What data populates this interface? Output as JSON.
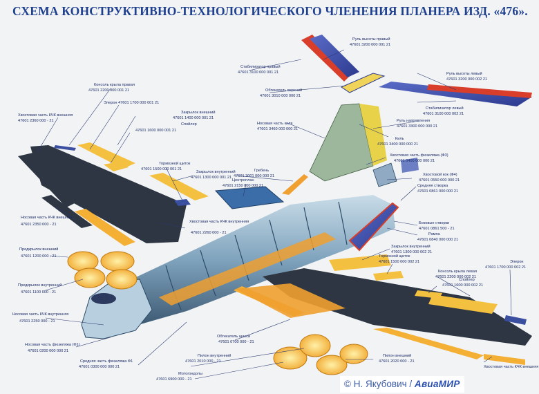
{
  "title": "СХЕМА КОНСТРУКТИВНО-ТЕХНОЛОГИЧЕСКОГО ЧЛЕНЕНИЯ ПЛАНЕРА ИЗД. «476».",
  "credit": {
    "copyright": "© Н. Якубович /",
    "logo": "АвиаМИР"
  },
  "labels": {
    "rul_vysoty_pravyi": {
      "name": "Руль высоты правый",
      "code": "47601 3200 000 001 21"
    },
    "stabilizator_pravyi": {
      "name": "Стабилизатор правый",
      "code": "47601 3100 000 001 21"
    },
    "obtekatel_verhnii": {
      "name": "Обтекатель верхний",
      "code": "47601 3010 000 000 21"
    },
    "rul_vysoty_levyi": {
      "name": "Руль высоты левый",
      "code": "47601 3200 000 002 21"
    },
    "stabilizator_levyi": {
      "name": "Стабилизатор левый",
      "code": "47601 3100 000 002 21"
    },
    "rul_napravleniya": {
      "name": "Руль направления",
      "code": "47601 3300 000 000 21"
    },
    "kil": {
      "name": "Киль",
      "code": "47601 3400 000 000 21"
    },
    "nosovaya_chast_kilya": {
      "name": "Носовая часть киля",
      "code": "47601 3460 000 000 21"
    },
    "konsol_pravaya": {
      "name": "Консоль крыла правая",
      "code": "47601 2200 000 001 21"
    },
    "eleron_pravyi": {
      "name": "Элерон 47601 1700 000 001 21",
      "code": ""
    },
    "hvost_kchk_vneshnyaya": {
      "name": "Хвостовая часть КЧК внешняя",
      "code": "47601 2360 000 - 21"
    },
    "zakrylok_vneshnii": {
      "name": "Закрылок внешний",
      "code": "47601 1400 000 001 21"
    },
    "spoiler_pravyi": {
      "name": "Спойлер",
      "code": "47601 1600 000 001 21"
    },
    "tormoznoi_shitok": {
      "name": "Тормозной щиток",
      "code": "47601 1500 000 001 21"
    },
    "zakrylok_vnutrennii": {
      "name": "Закрылок внутренний",
      "code": "47601 1300 000 001 21"
    },
    "greben": {
      "name": "Гребень",
      "code": "47601 3001 000 000 21"
    },
    "centroplan": {
      "name": "Центроплан",
      "code": "47601 2150 000 000 21"
    },
    "hvost_fuz": {
      "name": "Хвостовая часть фюзеляжа (Ф3)",
      "code": "47601 0400 000 000 21"
    },
    "hvost_kok": {
      "name": "Хвостовой кок (Ф4)",
      "code": "47601 0550 000 000 21"
    },
    "srednyaya_stvorka": {
      "name": "Средняя створка",
      "code": "47601 0861 000 000 21"
    },
    "nosovaya_kchk_vneshnyaya": {
      "name": "Носовая часть КЧК внешняя",
      "code": "47601 2350 000 - 21"
    },
    "hvost_kchk_vnutrennyaya": {
      "name": "Хвостовая часть КЧК внутренняя",
      "code": "47601 2260 000 - 21"
    },
    "predkrylok_vneshnii": {
      "name": "Предкрылок внешний",
      "code": "47601 1200 000 - 21"
    },
    "predkrylok_vnutrennii": {
      "name": "Предкрылок внутренний",
      "code": "47601 1100 000 - 21"
    },
    "bokovye_stvorki": {
      "name": "Боковые створки",
      "code": "47601 0861 500 - 21"
    },
    "rampa": {
      "name": "Рампа",
      "code": "47601 0840 000 000 21"
    },
    "zakrylok_vnutrennii_2": {
      "name": "Закрылок внутренний",
      "code": "47601 1300 000 002 21"
    },
    "tormoznoi_shitok_2": {
      "name": "Тормозной щиток",
      "code": "47601 1500 000 002 21"
    },
    "eleron_levyi": {
      "name": "Элерон",
      "code": "47601 1700 000 002 21"
    },
    "konsol_levaya": {
      "name": "Консоль крыла левая",
      "code": "47601 2200 000 002 21"
    },
    "spoiler_levyi": {
      "name": "Спойлер",
      "code": "47601 1600 000 002 21"
    },
    "nosovaya_kchk_vnutrennyaya": {
      "name": "Носовая часть КЧК внутренняя",
      "code": "47601 2250 000 - 21"
    },
    "nosovaya_fuz": {
      "name": "Носовая часть фюзеляжа (Ф1)",
      "code": "47601 0200 000 000 21"
    },
    "obtekatel_shassi": {
      "name": "Обтекатель шасси",
      "code": "47601 0700 000 - 21"
    },
    "srednyaya_fuz": {
      "name": "Средняя часть фюзеляжа Ф1",
      "code": "47601 0300 000 000 21"
    },
    "pilon_vnutrennii": {
      "name": "Пилон внутренний",
      "code": "47601 2010 000 - 21"
    },
    "pilon_vneshnii": {
      "name": "Пилон внешний",
      "code": "47601 2020 000 - 21"
    },
    "motogondoly": {
      "name": "Мотогондолы",
      "code": "47601 6900 000 - 21"
    },
    "hvost_kchk_vneshnyaya_2": {
      "name": "Хвостовая часть КЧК внешняя",
      "code": ""
    }
  }
}
